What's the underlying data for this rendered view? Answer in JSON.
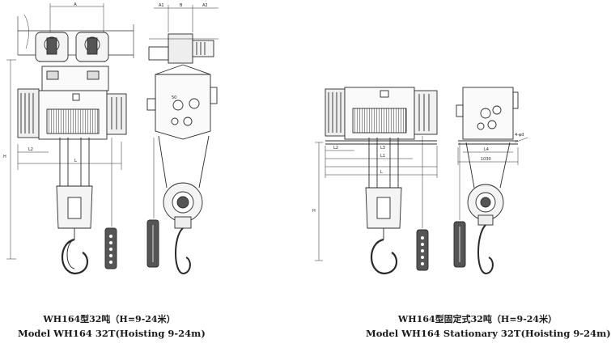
{
  "figures": [
    {
      "caption_cn": "WH164型32吨（H=9-24米）",
      "caption_en": "Model WH164 32T(Hoisting 9-24m)",
      "dims": {
        "top": "A",
        "side_left": "A1",
        "side_mid": "B",
        "side_right": "A2",
        "vertical": "H",
        "l2": "L2",
        "l": "L",
        "s0": "50"
      }
    },
    {
      "caption_cn": "WH164型固定式32吨（H=9-24米）",
      "caption_en": "Model WH164 Stationary 32T(Hoisting 9-24m)",
      "dims": {
        "l2": "L2",
        "l3": "L3",
        "l1": "L1",
        "l": "L",
        "vertical": "H",
        "l4": "L4",
        "base": "1030",
        "holes": "4-φd"
      }
    }
  ],
  "colors": {
    "ink": "#2a2a2a",
    "fill": "#f4f4f4",
    "dark": "#555555",
    "hatch": "#444444"
  }
}
